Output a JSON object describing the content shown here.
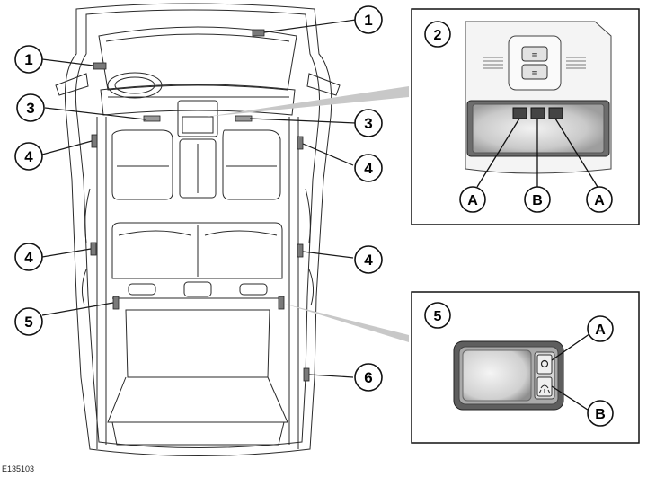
{
  "figure_code": "E135103",
  "callouts": {
    "roof_light_front": "1",
    "roof_light_center": "1",
    "overhead_console": "2",
    "sun_visor_left": "3",
    "sun_visor_right": "3",
    "door_left_front": "4",
    "door_right_front": "4",
    "door_left_rear": "4",
    "door_right_rear": "4",
    "rear_lamp_left": "5",
    "rear_lamp_detail": "5",
    "tailgate_lamp": "6"
  },
  "console_detail": {
    "switch_left": "A",
    "switch_center": "B",
    "switch_right": "A"
  },
  "rear_lamp_detail": {
    "switch_top": "A",
    "switch_bottom": "B"
  },
  "colors": {
    "line": "#1a1a1a",
    "lamp_fill": "#b5b5b5",
    "lamp_dark": "#6a6a6a",
    "leader_gray": "#bdbdbd"
  }
}
